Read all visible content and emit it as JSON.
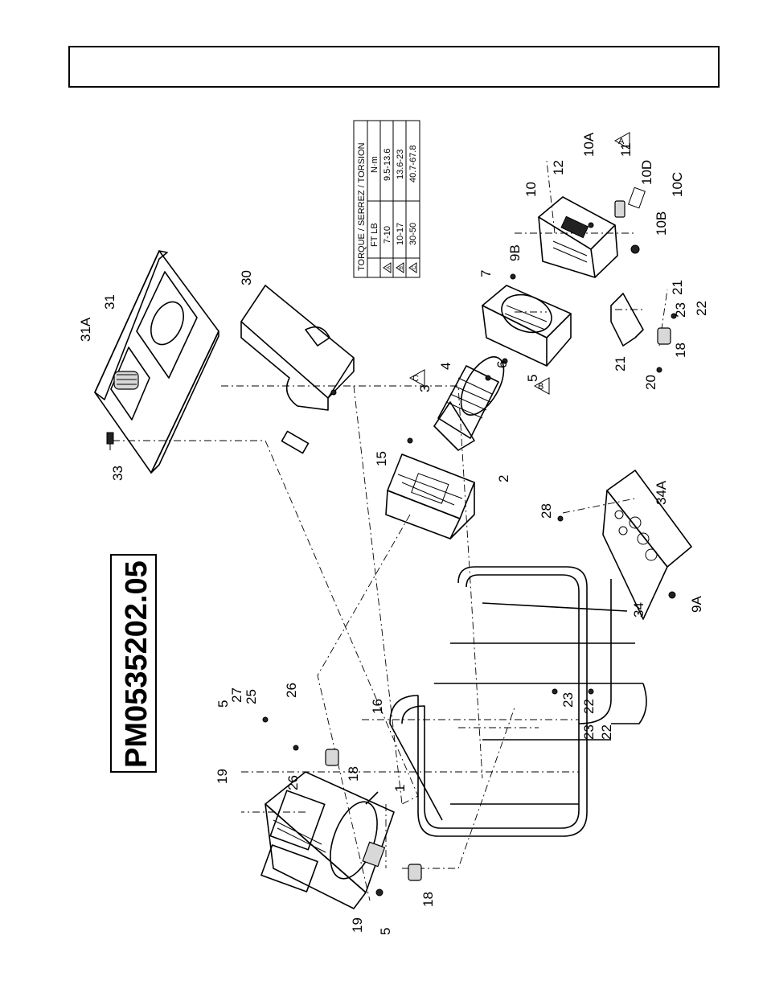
{
  "model_code": "PM0535202.05",
  "torque_table": {
    "title": "TORQUE / SERREZ / TORSION",
    "headers": [
      "FT LB",
      "N·m"
    ],
    "rows": [
      {
        "mark": "A",
        "ft_lb": "7-10",
        "nm": "9.5-13.6"
      },
      {
        "mark": "B",
        "ft_lb": "10-17",
        "nm": "13.6-23"
      },
      {
        "mark": "C",
        "ft_lb": "30-50",
        "nm": "40.7-67.8"
      }
    ]
  },
  "callouts": [
    "1",
    "2",
    "3",
    "4",
    "5",
    "5",
    "5",
    "6",
    "7",
    "9A",
    "9B",
    "10",
    "10A",
    "10B",
    "10C",
    "10D",
    "11",
    "12",
    "15",
    "16",
    "18",
    "18",
    "18",
    "19",
    "19",
    "20",
    "21",
    "21",
    "22",
    "22",
    "22",
    "23",
    "23",
    "23",
    "25",
    "26",
    "26",
    "27",
    "28",
    "30",
    "31",
    "31A",
    "33",
    "34",
    "34A"
  ],
  "torque_marks": [
    "A",
    "B",
    "C"
  ]
}
